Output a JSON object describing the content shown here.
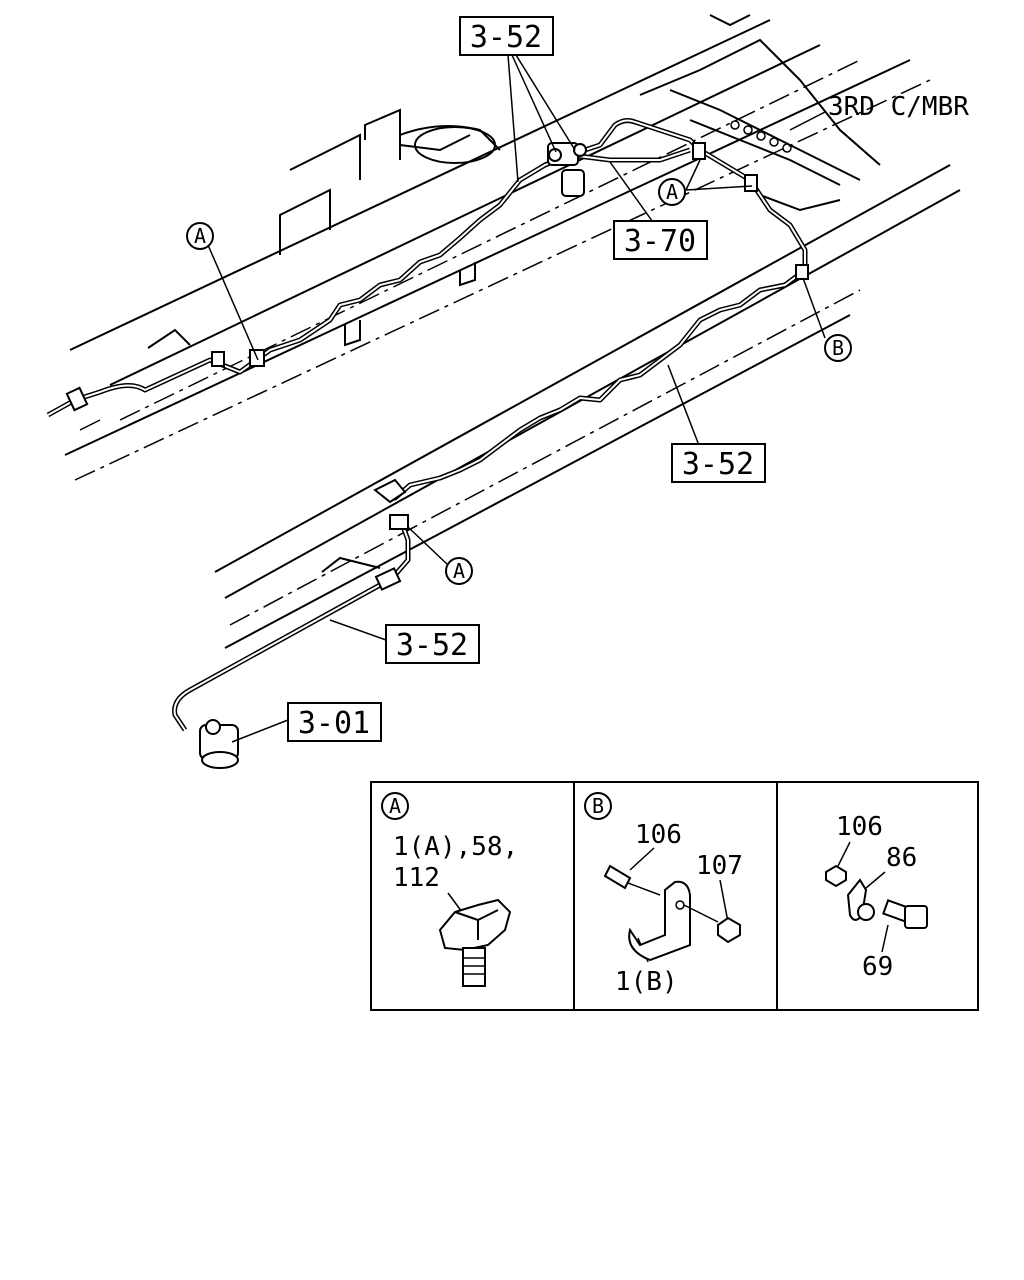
{
  "callouts": {
    "ref_top": "3-52",
    "ref_3_70": "3-70",
    "ref_mid": "3-52",
    "ref_lower": "3-52",
    "ref_3_01": "3-01",
    "member_label": "3RD C/MBR"
  },
  "markers": {
    "a": "A",
    "b": "B"
  },
  "detail_table": {
    "panel_a": {
      "marker": "A",
      "line1": "1(A),58,",
      "line2": "112"
    },
    "panel_b": {
      "marker": "B",
      "part_106": "106",
      "part_107": "107",
      "part_1b": "1(B)"
    },
    "panel_c": {
      "part_106": "106",
      "part_86": "86",
      "part_69": "69"
    }
  }
}
